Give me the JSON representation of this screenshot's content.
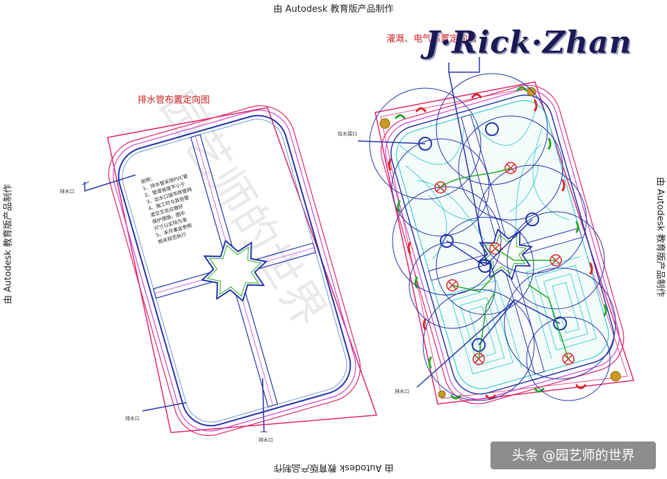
{
  "watermark": "由 Autodesk 教育版产品制作",
  "author_signature": "J·Rick·Zhan",
  "footer": "头条 @园艺师的世界",
  "bg_watermark": "园艺师的世界",
  "left_plan": {
    "title": "排水管布置定向图",
    "labels": {
      "outlet_1": "排水口",
      "outlet_2": "排水口",
      "outlet_3": "排水口"
    },
    "notes": [
      "说明：",
      "1、排水管采用PVC管",
      "2、管道坡度不小于",
      "3、出水口接市政管网",
      "4、施工时与其他管",
      "道交叉处应做好",
      "保护措施，图中",
      "尺寸以实际为准",
      "5、未尽事宜参照",
      "相关规范执行"
    ]
  },
  "right_plan": {
    "title": "灌溉、电气布置定向图",
    "labels": {
      "water_source": "给水接口",
      "outlet": "排水口"
    }
  },
  "colors": {
    "border_red": "#e0246e",
    "path_blue": "#2233aa",
    "pattern_cyan": "#33cccc",
    "pipe_green": "#22aa22",
    "valve_red": "#dd2222",
    "watermark_gray": "#d0d0d0"
  }
}
